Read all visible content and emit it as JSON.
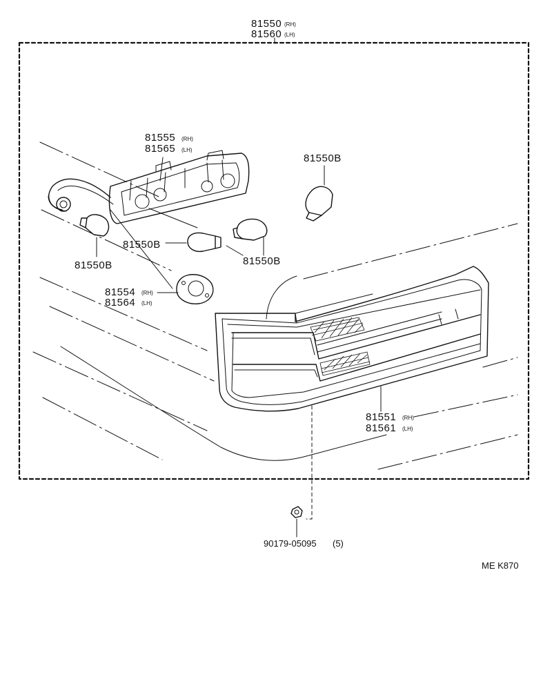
{
  "assembly": {
    "rh_number": "81550",
    "rh_side": "(RH)",
    "lh_number": "81560",
    "lh_side": "(LH)"
  },
  "socket_plate": {
    "rh_number": "81555",
    "rh_side": "(RH)",
    "lh_number": "81565",
    "lh_side": "(LH)"
  },
  "bulbs": {
    "top_right": "81550B",
    "center_left": "81550B",
    "left": "81550B",
    "center_right": "81550B"
  },
  "gasket": {
    "rh_number": "81554",
    "rh_side": "(RH)",
    "lh_number": "81564",
    "lh_side": "(LH)"
  },
  "lens": {
    "rh_number": "81551",
    "rh_side": "(RH)",
    "lh_number": "81561",
    "lh_side": "(LH)"
  },
  "screw": {
    "part_number": "90179-05095",
    "quantity": "(5)"
  },
  "figure_code": "ME K870",
  "colors": {
    "line": "#111111",
    "background": "#ffffff"
  }
}
